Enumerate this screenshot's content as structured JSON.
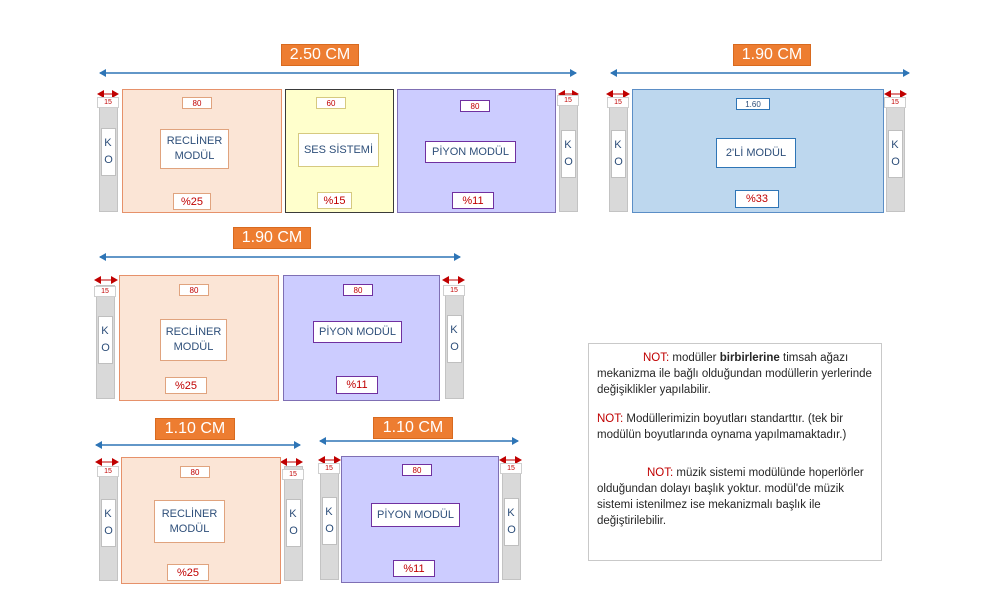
{
  "sets": [
    {
      "total": "2.50 CM",
      "left_arm": {
        "width": "15",
        "label": "K O"
      },
      "right_arm": {
        "width": "15",
        "label": "K O"
      },
      "modules": [
        {
          "name": "RECLİNER\nMODÜL",
          "width": "80",
          "percent": "%25"
        },
        {
          "name": "SES SİSTEMİ",
          "width": "60",
          "percent": "%15"
        },
        {
          "name": "PİYON MODÜL",
          "width": "80",
          "percent": "%11"
        }
      ]
    },
    {
      "total": "1.90 CM",
      "left_arm": {
        "width": "15",
        "label": "K O"
      },
      "right_arm": {
        "width": "15",
        "label": "K O"
      },
      "modules": [
        {
          "name": "2'Lİ MODÜL",
          "width": "1.60",
          "percent": "%33"
        }
      ]
    },
    {
      "total": "1.90 CM",
      "left_arm": {
        "width": "15",
        "label": "K O"
      },
      "right_arm": {
        "width": "15",
        "label": "K O"
      },
      "modules": [
        {
          "name": "RECLİNER\nMODÜL",
          "width": "80",
          "percent": "%25"
        },
        {
          "name": "PİYON MODÜL",
          "width": "80",
          "percent": "%11"
        }
      ]
    },
    {
      "total": "1.10 CM",
      "left_arm": {
        "width": "15",
        "label": "K O"
      },
      "right_arm": {
        "width": "15",
        "label": "K O"
      },
      "modules": [
        {
          "name": "RECLİNER\nMODÜL",
          "width": "80",
          "percent": "%25"
        }
      ]
    },
    {
      "total": "1.10 CM",
      "left_arm": {
        "width": "15",
        "label": "K O"
      },
      "right_arm": {
        "width": "15",
        "label": "K O"
      },
      "modules": [
        {
          "name": "PİYON MODÜL",
          "width": "80",
          "percent": "%11"
        }
      ]
    }
  ],
  "notes": {
    "n1_label": "NOT:",
    "n1_pre": "modüller",
    "n1_bold": "birbirlerine",
    "n1_rest": "timsah ağazı mekanizma ile bağlı olduğundan modüllerin yerlerinde değişiklikler yapılabilir.",
    "n2_label": "NOT:",
    "n2_text": "Modüllerimizin boyutları standarttır. (tek bir modülün boyutlarında oynama yapılmamaktadır.)",
    "n3_label": "NOT:",
    "n3_text": "müzik sistemi modülünde hoperlörler olduğundan dolayı başlık yoktur. modül'de müzik sistemi istenilmez ise mekanizmalı başlık ile değiştirilebilir."
  },
  "colors": {
    "total_badge": "#ed7d31",
    "total_arrow": "#2e75b6",
    "module_arrow": "#c00000",
    "recliner_fill": "#fbe5d6",
    "sound_fill": "#ffffcc",
    "piyon_fill": "#ccccff",
    "double_fill": "#bdd7ee",
    "arm_fill": "#d9d9d9"
  }
}
